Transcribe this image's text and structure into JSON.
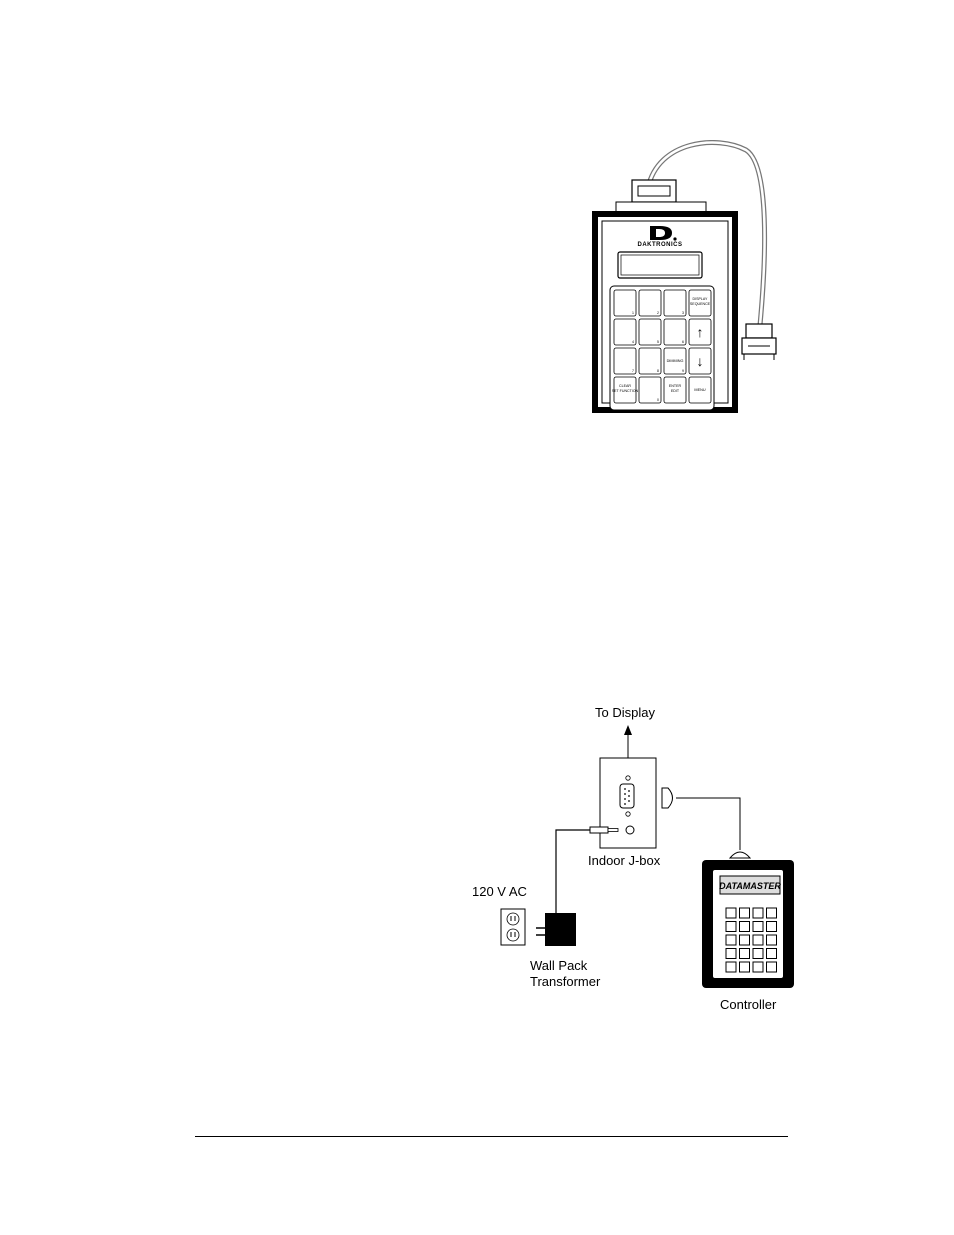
{
  "figure1": {
    "brand": "DAKTRONICS",
    "keys": [
      {
        "id": "k1",
        "text": "",
        "num": "1"
      },
      {
        "id": "k2",
        "text": "",
        "num": "2"
      },
      {
        "id": "k3",
        "text": "",
        "num": "3"
      },
      {
        "id": "k-display-seq",
        "text1": "DISPLAY",
        "text2": "SEQUENCE"
      },
      {
        "id": "k4",
        "text": "",
        "num": "4"
      },
      {
        "id": "k5",
        "text": "",
        "num": "5"
      },
      {
        "id": "k6",
        "text": "",
        "num": "6"
      },
      {
        "id": "k-up",
        "text": "↑"
      },
      {
        "id": "k7",
        "text": "",
        "num": "7"
      },
      {
        "id": "k8",
        "text": "",
        "num": "8"
      },
      {
        "id": "k-dimming",
        "text": "DIMMING",
        "num": "9"
      },
      {
        "id": "k-down",
        "text": "↓"
      },
      {
        "id": "k-clear",
        "text1": "CLEAR",
        "text2": "SET FUNCTION"
      },
      {
        "id": "k0",
        "text": "",
        "num": "0"
      },
      {
        "id": "k-enter",
        "text1": "ENTER",
        "text2": "EDIT"
      },
      {
        "id": "k-menu",
        "text": "MENU"
      }
    ]
  },
  "figure2": {
    "to_display": "To Display",
    "jbox_label": "Indoor J-box",
    "power_label": "120 V AC",
    "transformer_line1": "Wall Pack",
    "transformer_line2": "Transformer",
    "controller_label": "Controller",
    "controller_screen": "DATAMASTER"
  }
}
